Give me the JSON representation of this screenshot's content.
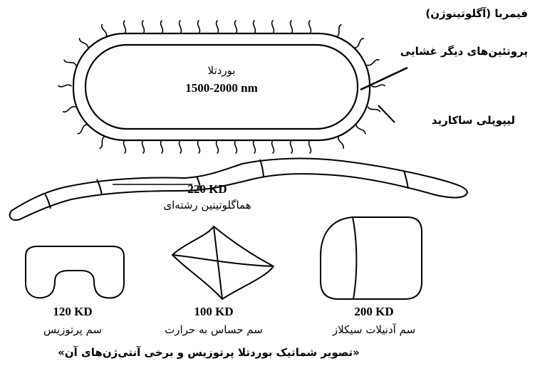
{
  "bacterium": {
    "name": "بوردتلا",
    "size": "1500-2000 nm",
    "labels": {
      "fimbriae": "فیمربا (آگلوتینوژن)",
      "membrane_proteins": "پروتئین‌های دیگر غشایی",
      "lps": "لیپوپلی ساکارید"
    }
  },
  "filamentous": {
    "kd": "220 KD",
    "name": "هماگلوتینین رشته‌ای"
  },
  "toxins": [
    {
      "kd": "120 KD",
      "name": "سم پرتوزیس"
    },
    {
      "kd": "100 KD",
      "name": "سم حساس به حرارت"
    },
    {
      "kd": "200 KD",
      "name": "سم آدنیلات سیکلاز"
    }
  ],
  "caption": "«تصویر شماتیک بوردتلا پرتوزیس و برخی آنتی‌ژن‌های آن»"
}
